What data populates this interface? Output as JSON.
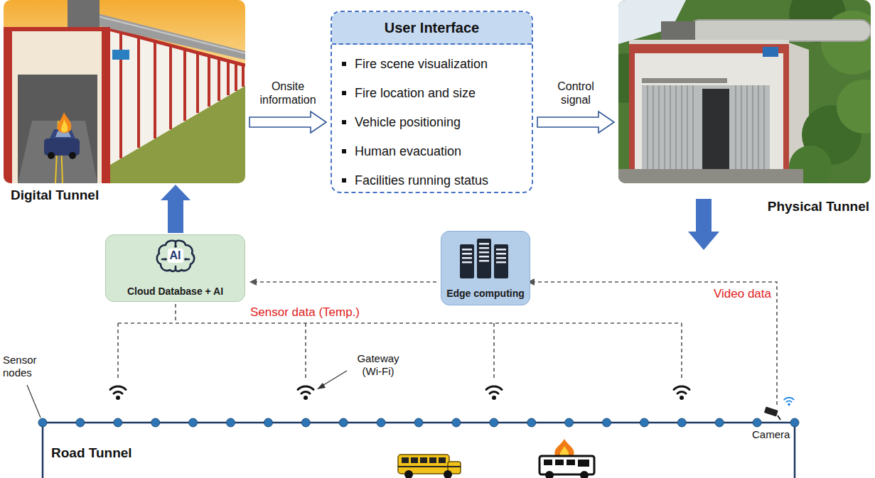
{
  "diagram": {
    "nodes": [
      {
        "text": [
          "Digital Tunnel"
        ]
      },
      {
        "text": [
          "User Interface",
          "Fire scene visualization",
          "Fire location and size",
          "Vehicle positioning",
          "Human evacuation",
          "Facilities running status"
        ]
      },
      {
        "text": [
          "Physical Tunnel"
        ]
      },
      {
        "text": [
          "AI",
          "Cloud Database + AI"
        ]
      },
      {
        "text": [
          "Edge computing"
        ]
      }
    ],
    "edges": [
      {
        "from": 0,
        "to": 1,
        "label": "Onsite information",
        "arrow": "to"
      },
      {
        "from": 1,
        "to": 2,
        "label": "Control signal",
        "arrow": "to"
      },
      {
        "from": 4,
        "to": 3,
        "arrow": "to"
      },
      {
        "from": 3,
        "to": 0,
        "arrow": "to"
      }
    ],
    "labels": [
      "Video data",
      "Sensor data (Temp.)",
      "Sensor nodes",
      "Gateway (Wi-Fi)",
      "Road Tunnel",
      "Camera"
    ]
  }
}
